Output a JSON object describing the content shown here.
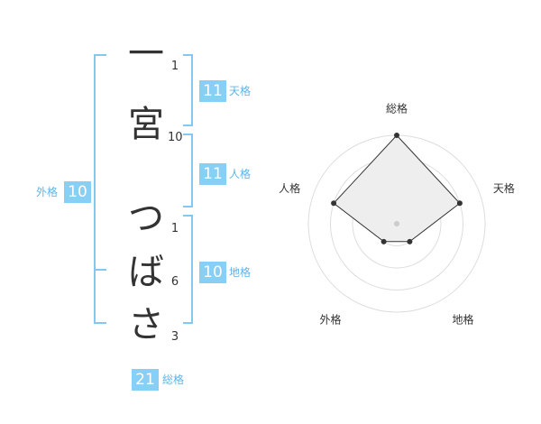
{
  "name": {
    "characters": [
      "一",
      "宮",
      "つ",
      "ば",
      "さ"
    ],
    "strokes": [
      "1",
      "10",
      "1",
      "6",
      "3"
    ]
  },
  "scores": {
    "tenkaku": {
      "label": "天格",
      "value": "11"
    },
    "jinkaku": {
      "label": "人格",
      "value": "11"
    },
    "chikaku": {
      "label": "地格",
      "value": "10"
    },
    "gaikaku": {
      "label": "外格",
      "value": "10"
    },
    "soukaku": {
      "label": "総格",
      "value": "21"
    }
  },
  "colors": {
    "accent": "#88cff5",
    "bracket": "#82c8f0",
    "label": "#5cb6e8",
    "radar_fill": "#eeeeee"
  },
  "chart_data": {
    "type": "radar",
    "axes": [
      "総格",
      "天格",
      "地格",
      "外格",
      "人格"
    ],
    "values": [
      4,
      3,
      1,
      1,
      3
    ],
    "scale_max": 4,
    "rings": 4
  }
}
